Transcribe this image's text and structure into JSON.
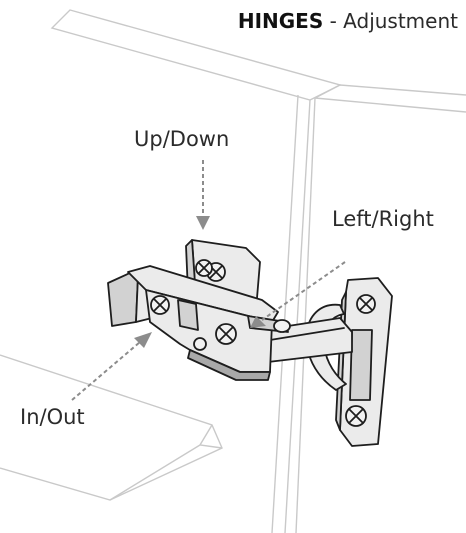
{
  "title": {
    "bold": "HINGES",
    "rest": " - Adjustment"
  },
  "labels": {
    "up_down": "Up/Down",
    "left_right": "Left/Right",
    "in_out": "In/Out"
  },
  "colors": {
    "line": "#1e1e1e",
    "panel": "#c9c9c9",
    "arrow": "#8c8c8c",
    "metal": "#ebebeb"
  }
}
